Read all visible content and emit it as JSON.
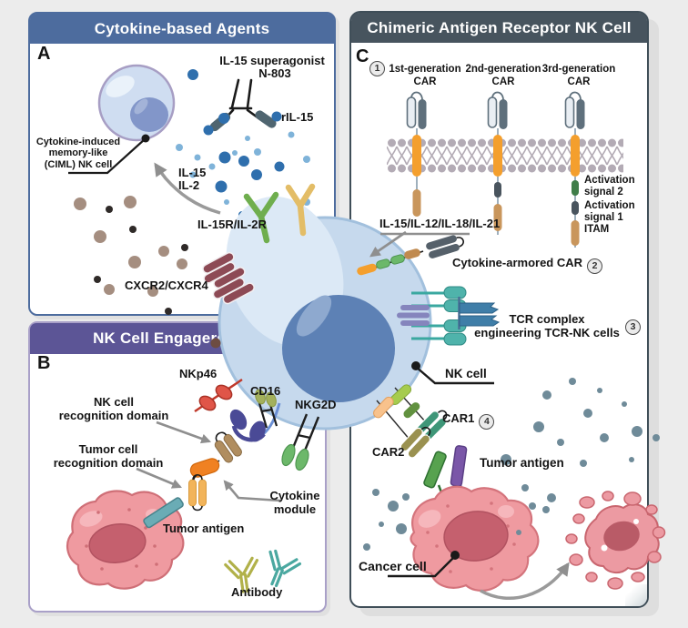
{
  "panels": {
    "a": {
      "title": "Cytokine-based Agents",
      "letter": "A",
      "labels": {
        "superagonist_line1": "IL-15 superagonist",
        "superagonist_line2": "N-803",
        "ril15": "rIL-15",
        "il15": "IL-15",
        "il2": "IL-2",
        "ciml_line1": "Cytokine-induced",
        "ciml_line2": "memory-like",
        "ciml_line3": "(CIML) NK cell",
        "receptor": "IL-15R/IL-2R",
        "chemokine_receptor": "CXCR2/CXCR4"
      }
    },
    "b": {
      "title": "NK Cell Engagers",
      "letter": "B",
      "labels": {
        "nkp46": "NKp46",
        "cd16": "CD16",
        "nkg2d": "NKG2D",
        "nk_recognition_line1": "NK cell",
        "nk_recognition_line2": "recognition domain",
        "tumor_recognition_line1": "Tumor cell",
        "tumor_recognition_line2": "recognition domain",
        "cytokine_module_line1": "Cytokine",
        "cytokine_module_line2": "module",
        "tumor_antigen": "Tumor antigen",
        "antibody": "Antibody"
      }
    },
    "c": {
      "title": "Chimeric Antigen Receptor NK Cell",
      "letter": "C",
      "labels": {
        "gen1_line1": "1st-generation",
        "gen1_line2": "CAR",
        "gen2_line1": "2nd-generation",
        "gen2_line2": "CAR",
        "gen3_line1": "3rd-generation",
        "gen3_line2": "CAR",
        "activation2_line1": "Activation",
        "activation2_line2": "signal 2",
        "activation1_line1": "Activation",
        "activation1_line2": "signal 1",
        "itam": "ITAM",
        "cytokines": "IL-15/IL-12/IL-18/IL-21",
        "armored_car": "Cytokine-armored CAR",
        "tcr_line1": "TCR complex",
        "tcr_line2": "engineering TCR-NK cells",
        "nk_cell": "NK cell",
        "car1": "CAR1",
        "car2": "CAR2",
        "tumor_antigen": "Tumor antigen",
        "cancer_cell": "Cancer cell"
      },
      "badges": {
        "n1": "1",
        "n2": "2",
        "n3": "3",
        "n4": "4"
      }
    }
  },
  "colors": {
    "header_a": "#4d6c9e",
    "header_b": "#5c5596",
    "header_c": "#47545e",
    "nk_cell_fill": "#c6d9ed",
    "nk_nucleus": "#5d81b5",
    "ciml_cell_fill": "#cfddf1",
    "tumor_cell_fill": "#ef9aa0",
    "tumor_nucleus": "#c5606e",
    "orange_tm": "#f49f2d",
    "itam_tan": "#c9965c",
    "signal1_gray": "#49545e",
    "signal2_green": "#3f7d49",
    "teal_tcr": "#4fb3ab",
    "green_receptor": "#6fae4e",
    "yellow_receptor": "#e3bd67",
    "maroon_cxcr": "#8d4a55",
    "blue_dot_dark": "#2f6fad",
    "blue_dot_light": "#7fb3d9",
    "slate_dot": "#6f8b99",
    "taupe_dot": "#a58e80"
  }
}
